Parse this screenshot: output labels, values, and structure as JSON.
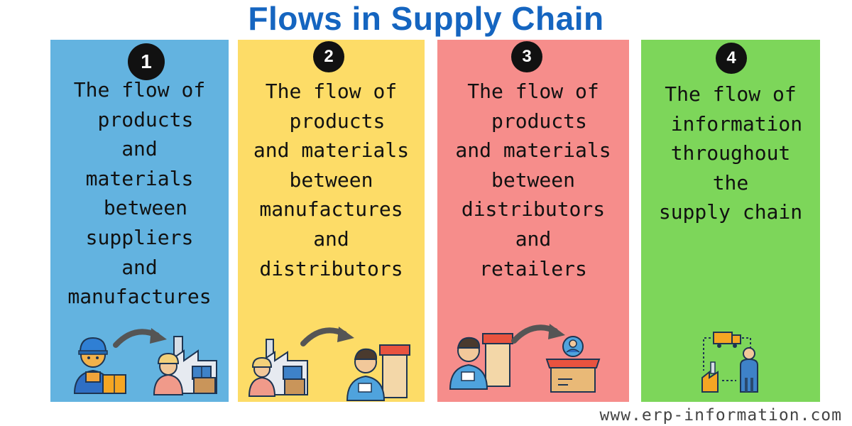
{
  "title": "Flows in Supply Chain",
  "cards": [
    {
      "number": "1",
      "lines": [
        "The flow of",
        " products",
        "and",
        "materials",
        " between",
        "suppliers",
        "and",
        "manufactures"
      ],
      "icons": [
        "worker-with-box-icon",
        "arrow-icon",
        "factory-worker-icon"
      ]
    },
    {
      "number": "2",
      "lines": [
        "The flow of",
        " products",
        "and materials",
        "between",
        "manufactures",
        "and",
        "distributors"
      ],
      "icons": [
        "factory-worker-icon",
        "arrow-icon",
        "shopkeeper-icon"
      ]
    },
    {
      "number": "3",
      "lines": [
        "The flow of",
        " products",
        "and materials",
        "between",
        "distributors",
        "and",
        "retailers"
      ],
      "icons": [
        "shopkeeper-icon",
        "arrow-icon",
        "retail-store-icon"
      ]
    },
    {
      "number": "4",
      "lines": [
        "The flow of",
        " information",
        "throughout",
        "the",
        "supply chain"
      ],
      "icons": [
        "information-network-icon"
      ]
    }
  ],
  "watermark": "www.erp-information.com",
  "colors": {
    "title": "#1565c0",
    "card1": "#63b3e0",
    "card2": "#fddc67",
    "card3": "#f68d8b",
    "card4": "#7dd65a"
  }
}
